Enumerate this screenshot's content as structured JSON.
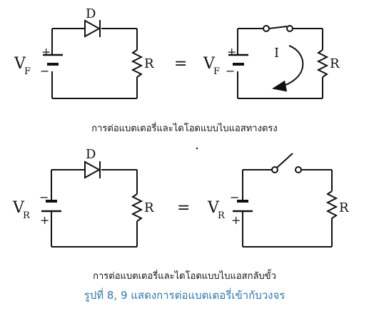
{
  "labels": {
    "diode": "D",
    "resistor": "R",
    "equals": "=",
    "plus": "+",
    "minus": "−",
    "vf_main": "V",
    "vf_sub": "F",
    "vr_main": "V",
    "vr_sub": "R",
    "current": "I"
  },
  "captions": {
    "forward": "การต่อแบตเตอรี่และไดโอดแบบไบแอสทางตรง",
    "reverse": "การต่อแบตเตอรี่และไดโอดแบบไบแอสกลับขั้ว",
    "figure": "รูปที่ 8, 9 แสดงการต่อแบตเตอรี่เข้ากับวงจร"
  },
  "colors": {
    "line": "#111111",
    "figure_caption": "#2a78b8"
  }
}
